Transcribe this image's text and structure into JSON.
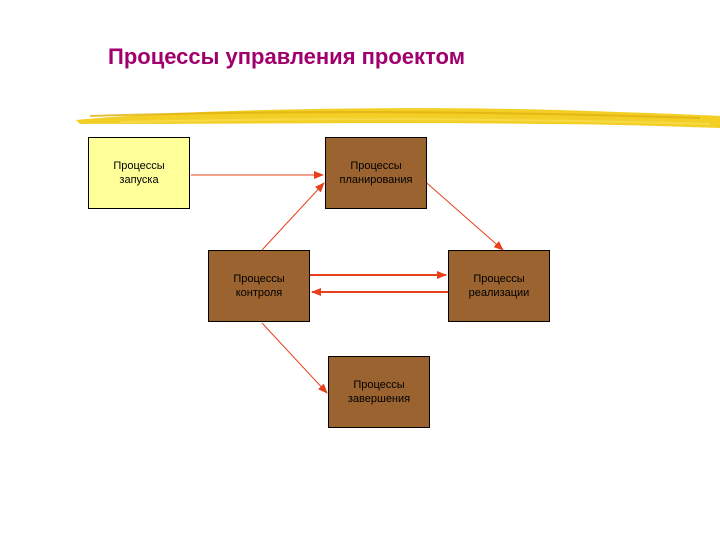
{
  "title": "Процессы управления проектом",
  "colors": {
    "title": "#a0006e",
    "start_box": "#ffff99",
    "process_box": "#9a6330",
    "arrow": "#e8401c",
    "brush_stroke": "#f2cc1a"
  },
  "nodes": {
    "start": "Процессы\nзапуска",
    "planning": "Процессы\nпланирования",
    "control": "Процессы\nконтроля",
    "execution": "Процессы\nреализации",
    "closing": "Процессы\nзавершения"
  },
  "edges": [
    {
      "from": "start",
      "to": "planning"
    },
    {
      "from": "planning",
      "to": "execution"
    },
    {
      "from": "control",
      "to": "planning"
    },
    {
      "from": "control",
      "to": "execution"
    },
    {
      "from": "execution",
      "to": "control"
    },
    {
      "from": "control",
      "to": "closing"
    }
  ]
}
